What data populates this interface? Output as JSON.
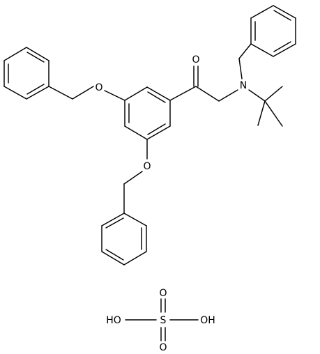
{
  "molecule": {
    "atom_labels": {
      "carbonyl_oxygen": "O",
      "amine_nitrogen": "N",
      "ether_oxygen_upper": "O",
      "ether_oxygen_lower": "O",
      "sulfur": "S",
      "sulfate_oxygen_top": "O",
      "sulfate_oxygen_bottom": "O",
      "hydroxyl_left": "HO",
      "hydroxyl_right": "OH"
    }
  },
  "colors": {
    "bond": "#000000",
    "background": "#ffffff"
  }
}
